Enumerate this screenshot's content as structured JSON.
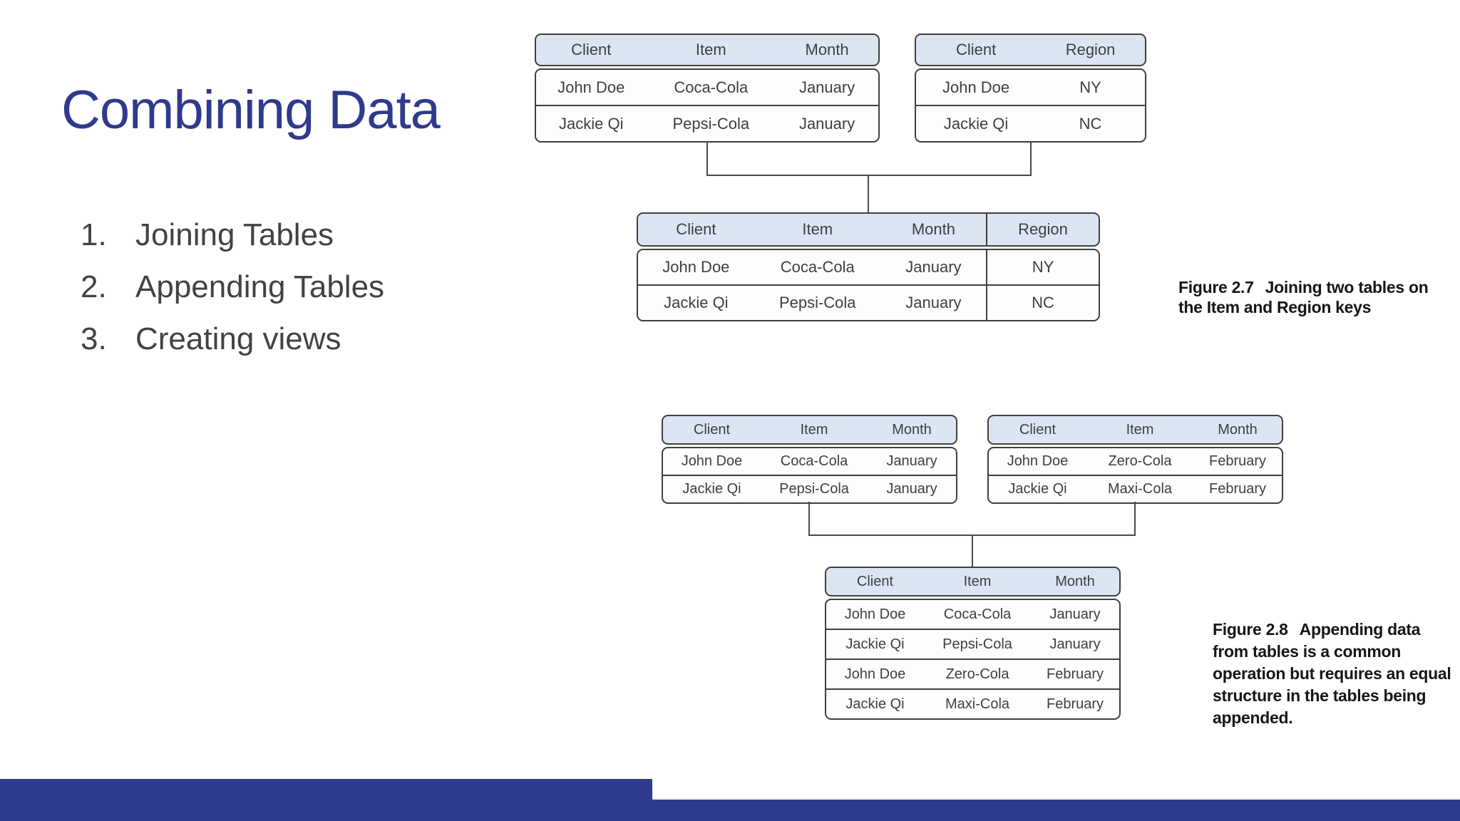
{
  "title": "Combining Data",
  "list": {
    "items": [
      {
        "num": "1.",
        "label": "Joining Tables"
      },
      {
        "num": "2.",
        "label": "Appending Tables"
      },
      {
        "num": "3.",
        "label": "Creating views"
      }
    ]
  },
  "figure_join": {
    "source_left": {
      "headers": [
        "Client",
        "Item",
        "Month"
      ],
      "rows": [
        [
          "John Doe",
          "Coca-Cola",
          "January"
        ],
        [
          "Jackie Qi",
          "Pepsi-Cola",
          "January"
        ]
      ]
    },
    "source_right": {
      "headers": [
        "Client",
        "Region"
      ],
      "rows": [
        [
          "John Doe",
          "NY"
        ],
        [
          "Jackie Qi",
          "NC"
        ]
      ]
    },
    "result": {
      "headers": [
        "Client",
        "Item",
        "Month",
        "Region"
      ],
      "rows": [
        [
          "John Doe",
          "Coca-Cola",
          "January",
          "NY"
        ],
        [
          "Jackie Qi",
          "Pepsi-Cola",
          "January",
          "NC"
        ]
      ]
    },
    "caption_label": "Figure 2.7",
    "caption_text": "Joining two tables on the Item and Region keys"
  },
  "figure_append": {
    "source_left": {
      "headers": [
        "Client",
        "Item",
        "Month"
      ],
      "rows": [
        [
          "John Doe",
          "Coca-Cola",
          "January"
        ],
        [
          "Jackie Qi",
          "Pepsi-Cola",
          "January"
        ]
      ]
    },
    "source_right": {
      "headers": [
        "Client",
        "Item",
        "Month"
      ],
      "rows": [
        [
          "John Doe",
          "Zero-Cola",
          "February"
        ],
        [
          "Jackie Qi",
          "Maxi-Cola",
          "February"
        ]
      ]
    },
    "result": {
      "headers": [
        "Client",
        "Item",
        "Month"
      ],
      "rows": [
        [
          "John Doe",
          "Coca-Cola",
          "January"
        ],
        [
          "Jackie Qi",
          "Pepsi-Cola",
          "January"
        ],
        [
          "John Doe",
          "Zero-Cola",
          "February"
        ],
        [
          "Jackie Qi",
          "Maxi-Cola",
          "February"
        ]
      ]
    },
    "caption_label": "Figure 2.8",
    "caption_text": "Appending data from tables is a common operation but requires an equal structure in the tables being appended."
  },
  "colors": {
    "accent": "#2e3a8c",
    "footer_bar": "#2f3a8d",
    "table_header_bg": "#dce6f2",
    "table_row_bg": "#fdfdfe",
    "table_border": "#3f3f3f",
    "connector": "#4a4a4a",
    "body_text": "#3f4347",
    "caption_text": "#161616"
  }
}
